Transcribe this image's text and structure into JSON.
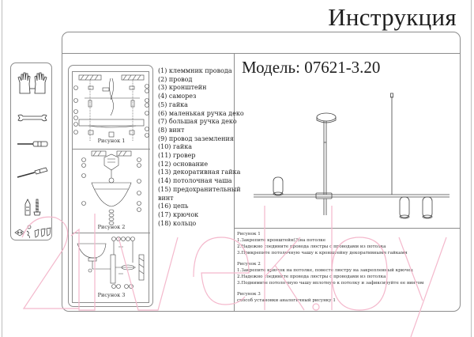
{
  "title": "Инструкция",
  "model": {
    "label": "Модель:",
    "number": "07621-3.20",
    "full": "Модель: 07621-3.20"
  },
  "tools": [
    {
      "name": "gloves-icon"
    },
    {
      "name": "wrench-icon"
    },
    {
      "name": "screwdriver-flat-icon"
    },
    {
      "name": "screwdriver-phillips-icon"
    },
    {
      "name": "dowel-screw-icon"
    },
    {
      "name": "connectors-icon"
    }
  ],
  "figures": [
    {
      "caption": "Рисунок 1"
    },
    {
      "caption": "Рисунок 2"
    },
    {
      "caption": "Рисунок 3"
    }
  ],
  "parts": [
    "(1) клеммник провода",
    "(2) провод",
    "(3) кронштейн",
    "(4) саморез",
    "(5) гайка",
    "(6) маленькая ручка деко",
    "(7) большая ручка деко",
    "(8) винт",
    "(9) провод заземления",
    "(10) гайка",
    "(11) гровер",
    "(12) основание",
    "(13) декоративная гайка",
    "(14) потолочная чаша",
    "(15) предохранительный",
    "винт",
    "(16) цепь",
    "(17) крючок",
    "(18) кольцо"
  ],
  "instructions": [
    {
      "heading": "Рисунок 1",
      "steps": [
        "1.Закрепите кронштейн(3)на потолке",
        "2.Надежно соедините провода люстры с проводами из потолка",
        "3.Прикрепите потолочную чашу к кронштейну декоративными гайками"
      ]
    },
    {
      "heading": "Рисунок 2",
      "steps": [
        "1.Закрепите крючок на потолке, повесте люстру на закрепленный крючек",
        "2.Надежно соедините провода люстры с проводами из потолка",
        "3.Поднимите потолочную чашу вплотную к потолку и зафиксируйте ее винтом"
      ]
    },
    {
      "heading": "Рисунок 3",
      "steps": [
        "способ установки аналогичный рисунку 1"
      ]
    }
  ],
  "watermark": {
    "text": "21vek.by",
    "color": "#f4b8cc"
  },
  "colors": {
    "line": "#8d8d8d",
    "text": "#1e1e1e"
  }
}
